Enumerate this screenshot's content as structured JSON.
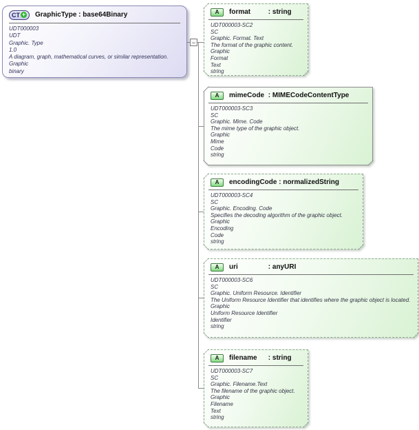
{
  "colors": {
    "root_border": "#8a88b4",
    "root_fill": "#dddbf2",
    "attr_border": "#8fa98f",
    "solid_border": "#8f8f8f",
    "attr_fill": "#d9f2d4",
    "line_gray": "#8a8a8a"
  },
  "diagram": {
    "separator": " : ",
    "toggle_label": "−",
    "root": {
      "badge": "CT",
      "plus": "+",
      "name": "GraphicType",
      "type": "base64Binary",
      "lines": [
        "UDT000003",
        "UDT",
        "Graphic. Type",
        "1.0",
        "A diagram, graph, mathematical curves, or similar representation.",
        "Graphic",
        "binary"
      ]
    },
    "attributes": [
      {
        "badge": "A",
        "name": "format",
        "type": "string",
        "lines": [
          "UDT000003-SC2",
          "SC",
          "Graphic. Format. Text",
          "The format of the graphic content.",
          "Graphic",
          "Format",
          "Text",
          "string"
        ]
      },
      {
        "badge": "A",
        "name": "mimeCode",
        "type": "MIMECodeContentType",
        "lines": [
          "UDT000003-SC3",
          "SC",
          "Graphic. Mime. Code",
          "The mime type of the graphic object.",
          "Graphic",
          "Mime",
          "Code",
          "string"
        ]
      },
      {
        "badge": "A",
        "name": "encodingCode",
        "type": "normalizedString",
        "lines": [
          "UDT000003-SC4",
          "SC",
          "Graphic. Encoding. Code",
          "Specifies the decoding algorithm of the graphic object.",
          "Graphic",
          "Encoding",
          "Code",
          "string"
        ]
      },
      {
        "badge": "A",
        "name": "uri",
        "type": "anyURI",
        "lines": [
          "UDT000003-SC6",
          "SC",
          "Graphic. Uniform Resource. Identifier",
          "The Uniform Resource Identifier that identifies where the graphic object is located.",
          "Graphic",
          "Uniform Resource Identifier",
          "Identifier",
          "string"
        ]
      },
      {
        "badge": "A",
        "name": "filename",
        "type": "string",
        "lines": [
          "UDT000003-SC7",
          "SC",
          "Graphic. Filename.Text",
          "The filename of the graphic object.",
          "Graphic",
          "Filename",
          "Text",
          "string"
        ]
      }
    ]
  }
}
